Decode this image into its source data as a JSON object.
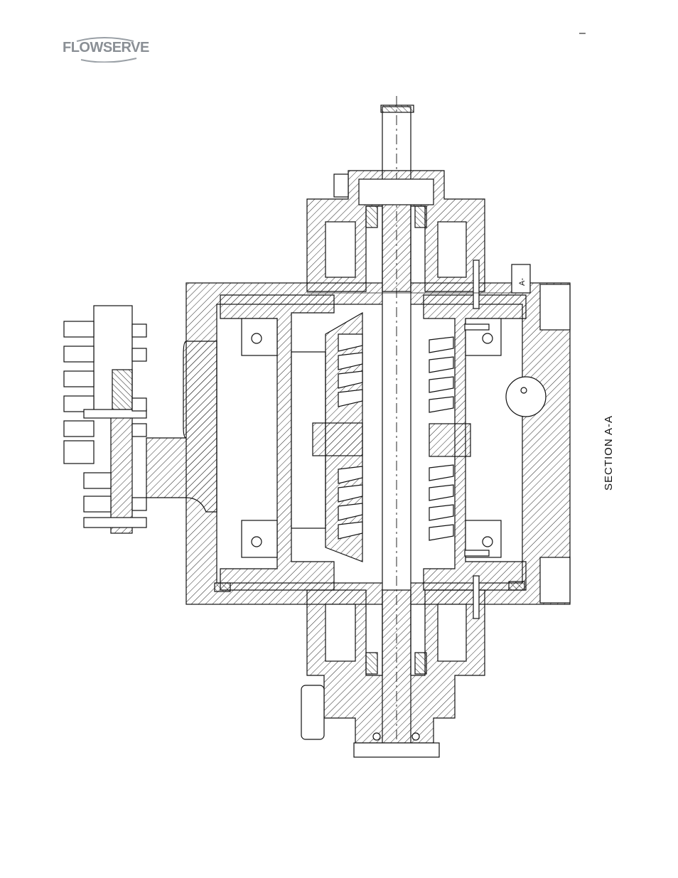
{
  "header": {
    "logo_text": "FLOWSERVE",
    "page_mark": "–"
  },
  "drawing": {
    "section_label": "SECTION  A-A",
    "view_marker": "A-"
  }
}
